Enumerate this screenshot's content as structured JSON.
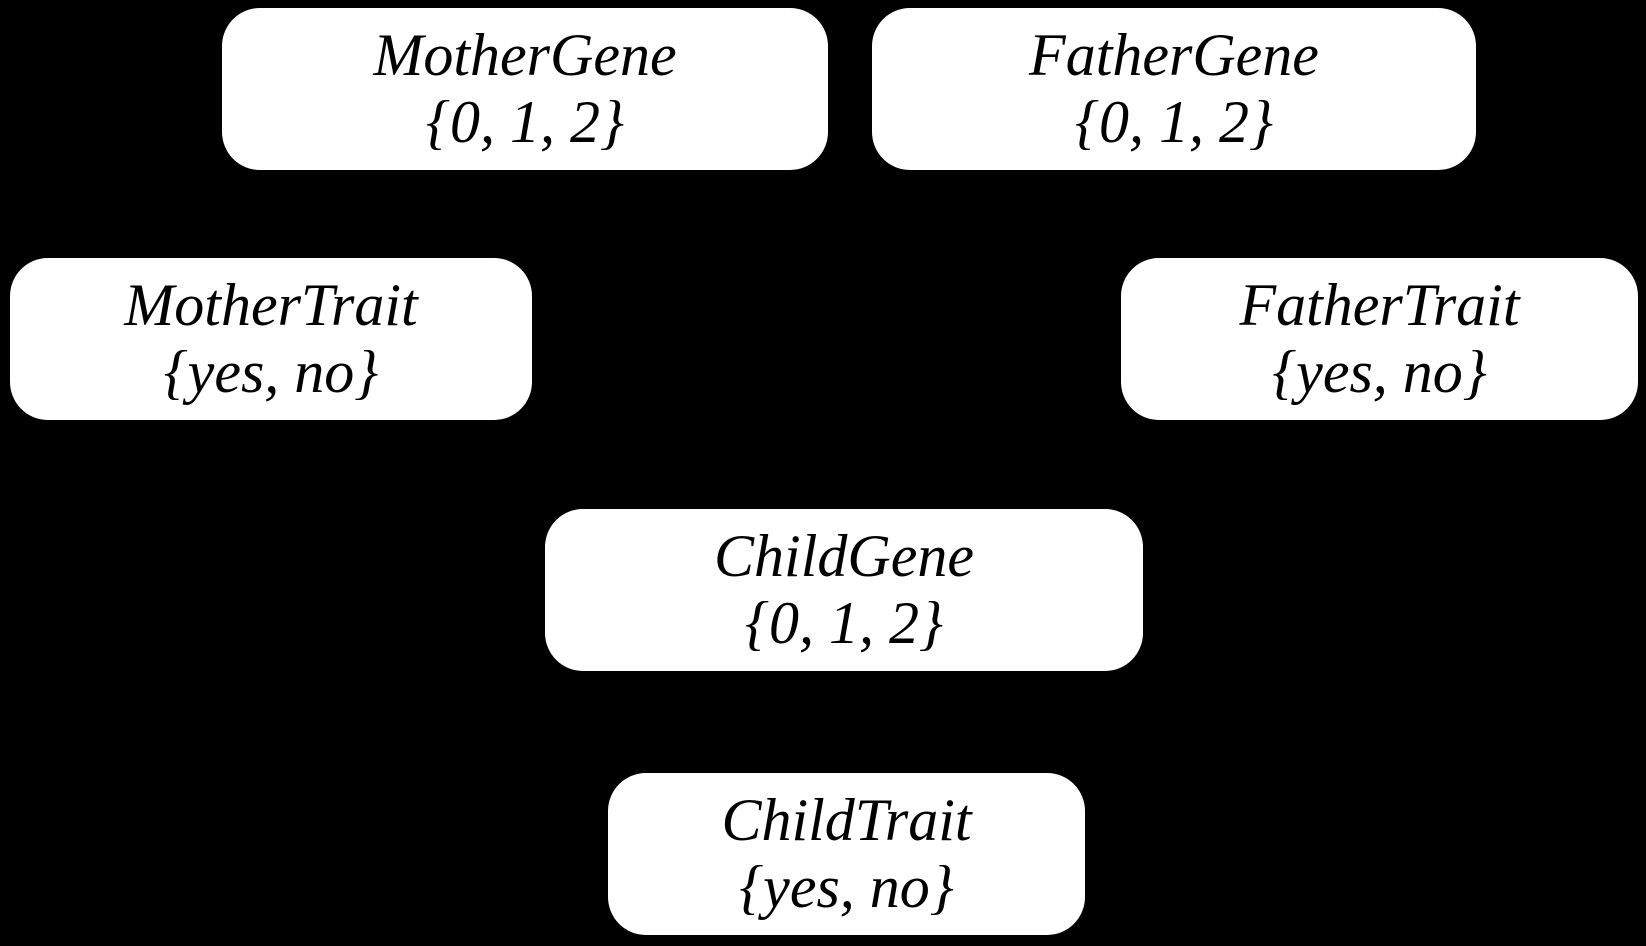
{
  "diagram": {
    "kind": "node-diagram",
    "colors": {
      "background": "#000000",
      "node_fill": "#ffffff",
      "node_text": "#000000"
    },
    "nodes": [
      {
        "id": "mother-gene",
        "label": "MotherGene",
        "domain": "{0, 1, 2}"
      },
      {
        "id": "father-gene",
        "label": "FatherGene",
        "domain": "{0, 1, 2}"
      },
      {
        "id": "mother-trait",
        "label": "MotherTrait",
        "domain": "{yes, no}"
      },
      {
        "id": "father-trait",
        "label": "FatherTrait",
        "domain": "{yes, no}"
      },
      {
        "id": "child-gene",
        "label": "ChildGene",
        "domain": "{0, 1, 2}"
      },
      {
        "id": "child-trait",
        "label": "ChildTrait",
        "domain": "{yes, no}"
      }
    ]
  }
}
